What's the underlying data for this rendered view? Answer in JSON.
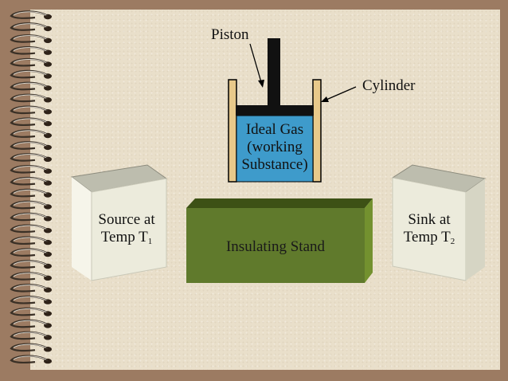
{
  "labels": {
    "piston": "Piston",
    "cylinder": "Cylinder",
    "gas_line1": "Ideal Gas",
    "gas_line2": "(working",
    "gas_line3": "Substance)",
    "source_line1": "Source at",
    "source_line2": "Temp T",
    "source_sub": "1",
    "sink_line1": "Sink at",
    "sink_line2": "Temp T",
    "sink_sub": "2",
    "stand": "Insulating Stand"
  },
  "colors": {
    "border_brown": "#9c7b62",
    "paper": "#e9dfca",
    "gas_blue": "#3e9bcb",
    "cylinder_wall": "#e8c98a",
    "stand_front": "#607a2c",
    "stand_top": "#3d5115",
    "stand_side": "#73912f",
    "block_front": "#ecebdc",
    "block_top": "#bdbdae",
    "block_side": "#d6d5c4"
  }
}
